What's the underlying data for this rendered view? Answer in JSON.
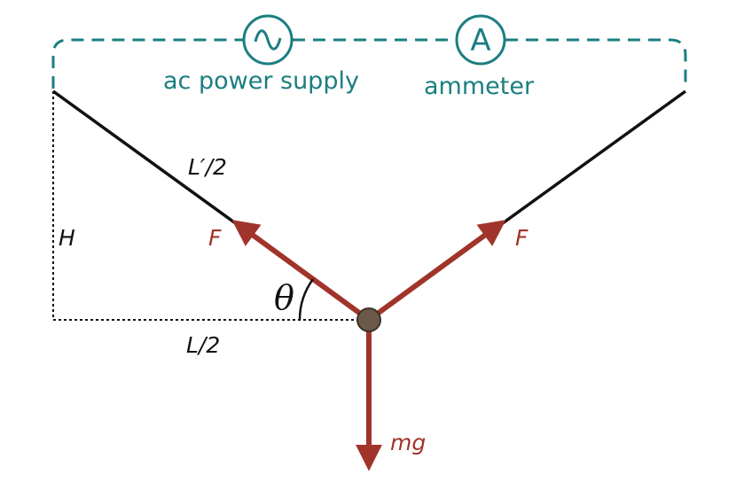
{
  "labels": {
    "power_supply": "ac power supply",
    "ammeter": "ammeter",
    "ammeter_symbol": "A",
    "half_wire_length": "L′/2",
    "height": "H",
    "half_separation": "L/2",
    "angle": "θ",
    "force_left": "F",
    "force_right": "F",
    "weight": "mg"
  },
  "icons": {
    "power_supply": "ac-source-icon",
    "ammeter": "ammeter-icon"
  },
  "colors": {
    "circuit": "#1b7e80",
    "force": "#a0342a",
    "wire": "#111111",
    "mass": "#6b5a4a"
  }
}
